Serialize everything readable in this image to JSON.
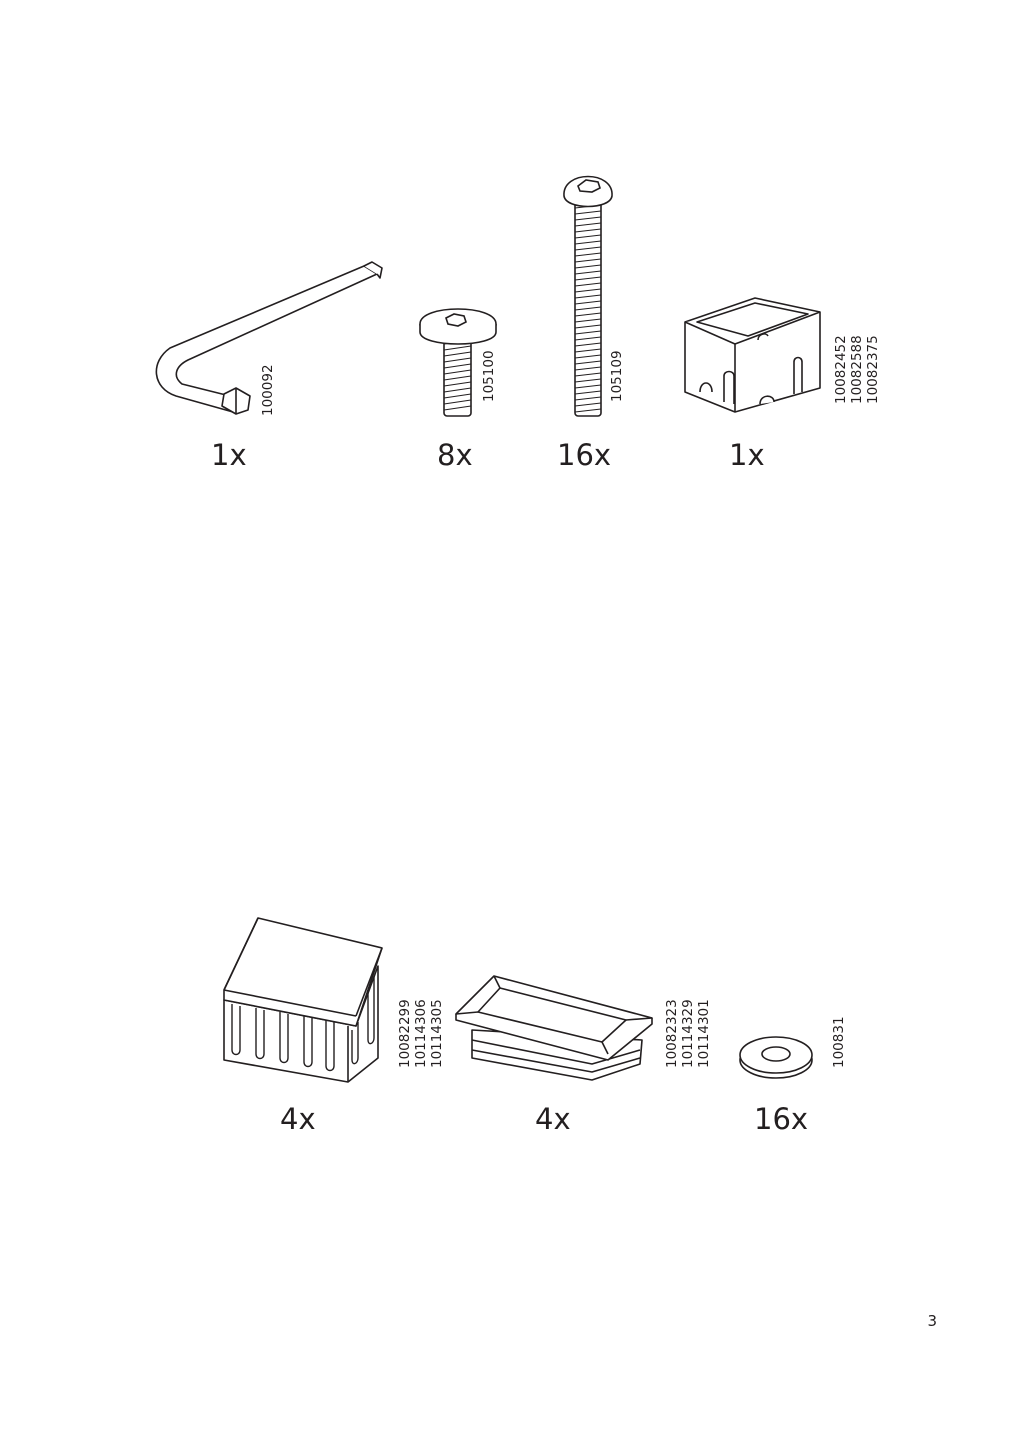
{
  "parts": [
    {
      "id": "allen-key",
      "icon": "allen-key-icon",
      "quantity": "1x",
      "codes": [
        "100092"
      ]
    },
    {
      "id": "short-bolt",
      "icon": "short-bolt-icon",
      "quantity": "8x",
      "codes": [
        "105100"
      ]
    },
    {
      "id": "long-bolt",
      "icon": "long-bolt-icon",
      "quantity": "16x",
      "codes": [
        "105109"
      ]
    },
    {
      "id": "square-bracket",
      "icon": "square-bracket-icon",
      "quantity": "1x",
      "codes": [
        "10082452",
        "10082588",
        "10082375"
      ]
    },
    {
      "id": "leg-cap",
      "icon": "leg-cap-icon",
      "quantity": "4x",
      "codes": [
        "10082299",
        "10114306",
        "10114305"
      ]
    },
    {
      "id": "tube-insert",
      "icon": "tube-insert-icon",
      "quantity": "4x",
      "codes": [
        "10082323",
        "10114329",
        "10114301"
      ]
    },
    {
      "id": "washer",
      "icon": "washer-icon",
      "quantity": "16x",
      "codes": [
        "100831"
      ]
    }
  ],
  "page_number": "3"
}
